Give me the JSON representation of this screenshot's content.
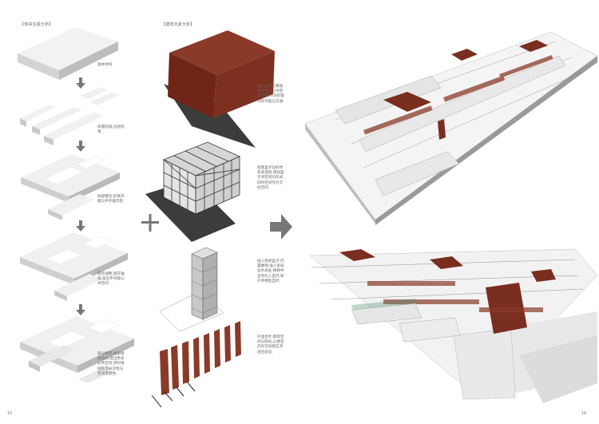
{
  "page": {
    "left_number": "15",
    "right_number": "16"
  },
  "sections": {
    "form_title": "【体块生成分析】",
    "element_title": "【建筑元素分析】"
  },
  "form_steps": [
    "基本体块",
    "体量削减,创造院落.",
    "局部整合,形来开敞与半开敞内院.",
    "空间调整,错开轴线,留出半开敞公共空间.",
    "部分架空,局部增加空间,提出更多公共空间,同时增加院落层次性与空间渗透性."
  ],
  "element_notes": [
    "插入盒子以释放共享性与公共空间,同时作为院落以和邻里与交通.",
    "搭建盒子边的体系来连接,增加盒子间空间的形式,同时空间作为交往空间.",
    "插入筒状盒子,内置楼梯,插入各层边外表处,楼梯中自然引入室内,和外界相连自然.",
    "外墙百叶,使得空间与阳光,以便室内外空间相互渗透且舒适."
  ],
  "colors": {
    "brick": "#7a2e1f",
    "mass": "#ebebeb",
    "arrow": "#777777"
  }
}
